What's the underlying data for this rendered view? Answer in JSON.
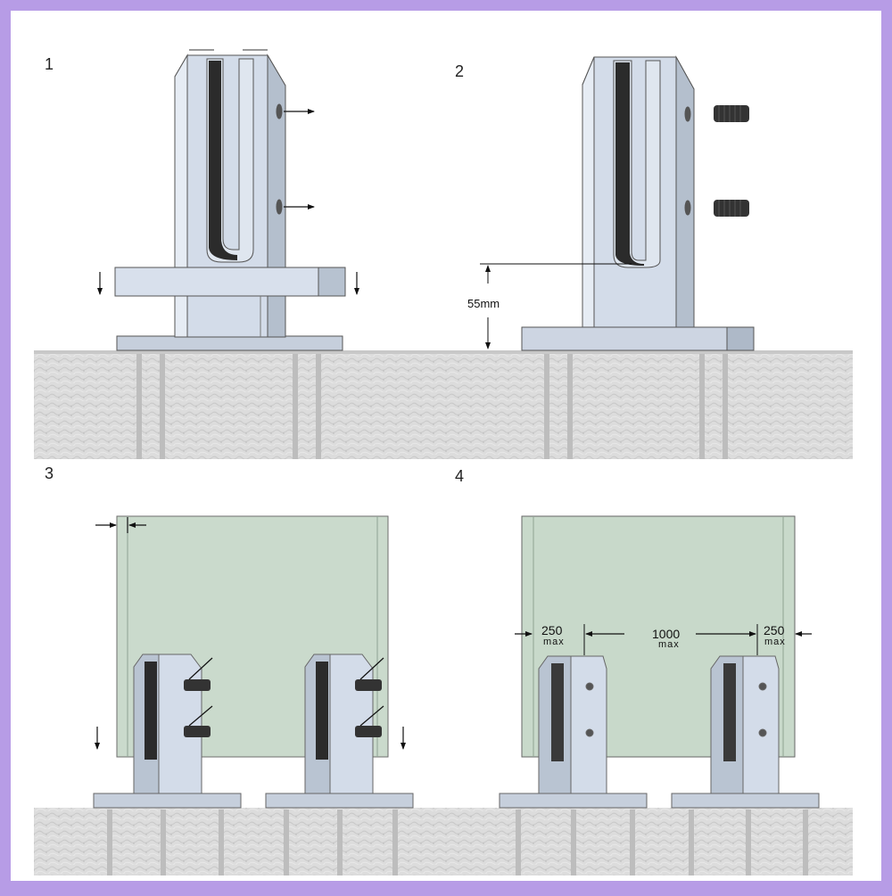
{
  "steps": {
    "s1": "1",
    "s2": "2",
    "s3": "3",
    "s4": "4"
  },
  "dimensions": {
    "height": "55mm",
    "edge_left_value": "250",
    "edge_left_unit": "max",
    "spacing_value": "1000",
    "spacing_unit": "max",
    "edge_right_value": "250",
    "edge_right_unit": "max"
  },
  "colors": {
    "frame": "#b79ce6",
    "background": "#ffffff",
    "metal_light": "#d3dce9",
    "metal_mid": "#b4bfcd",
    "glass": "#c6d7c8",
    "gasket": "#2b2b2b",
    "concrete": "#dadada"
  }
}
